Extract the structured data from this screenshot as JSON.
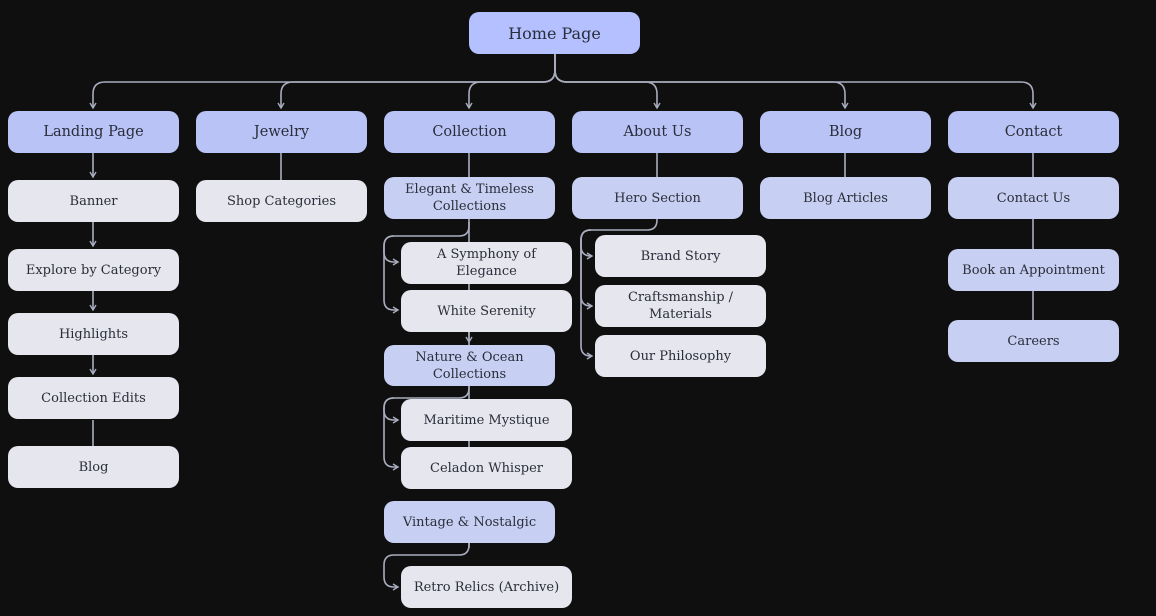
{
  "diagram": {
    "root": {
      "label": "Home Page"
    },
    "landing": {
      "label": "Landing Page",
      "children": [
        "Banner",
        "Explore by Category",
        "Highlights",
        "Collection Edits",
        "Blog"
      ]
    },
    "jewelry": {
      "label": "Jewelry",
      "children": [
        "Shop Categories"
      ]
    },
    "collection": {
      "label": "Collection",
      "groups": [
        {
          "label": "Elegant & Timeless Collections",
          "children": [
            "A Symphony of Elegance",
            "White Serenity"
          ]
        },
        {
          "label": "Nature & Ocean Collections",
          "children": [
            "Maritime Mystique",
            "Celadon Whisper"
          ]
        },
        {
          "label": "Vintage & Nostalgic",
          "children": [
            "Retro Relics (Archive)"
          ]
        }
      ]
    },
    "about": {
      "label": "About Us",
      "section": "Hero Section",
      "children": [
        "Brand Story",
        "Craftsmanship / Materials",
        "Our Philosophy"
      ]
    },
    "blog": {
      "label": "Blog",
      "children": [
        "Blog Articles"
      ]
    },
    "contact": {
      "label": "Contact",
      "children": [
        "Contact Us",
        "Book an Appointment",
        "Careers"
      ]
    }
  },
  "colors": {
    "background": "#0f0f10",
    "root_node": "#b4c0ff",
    "section_node": "#b9c3f6",
    "subsection_node": "#c7d0f2",
    "leaf_node": "#e6e6ee",
    "connector": "#a9adbd"
  }
}
